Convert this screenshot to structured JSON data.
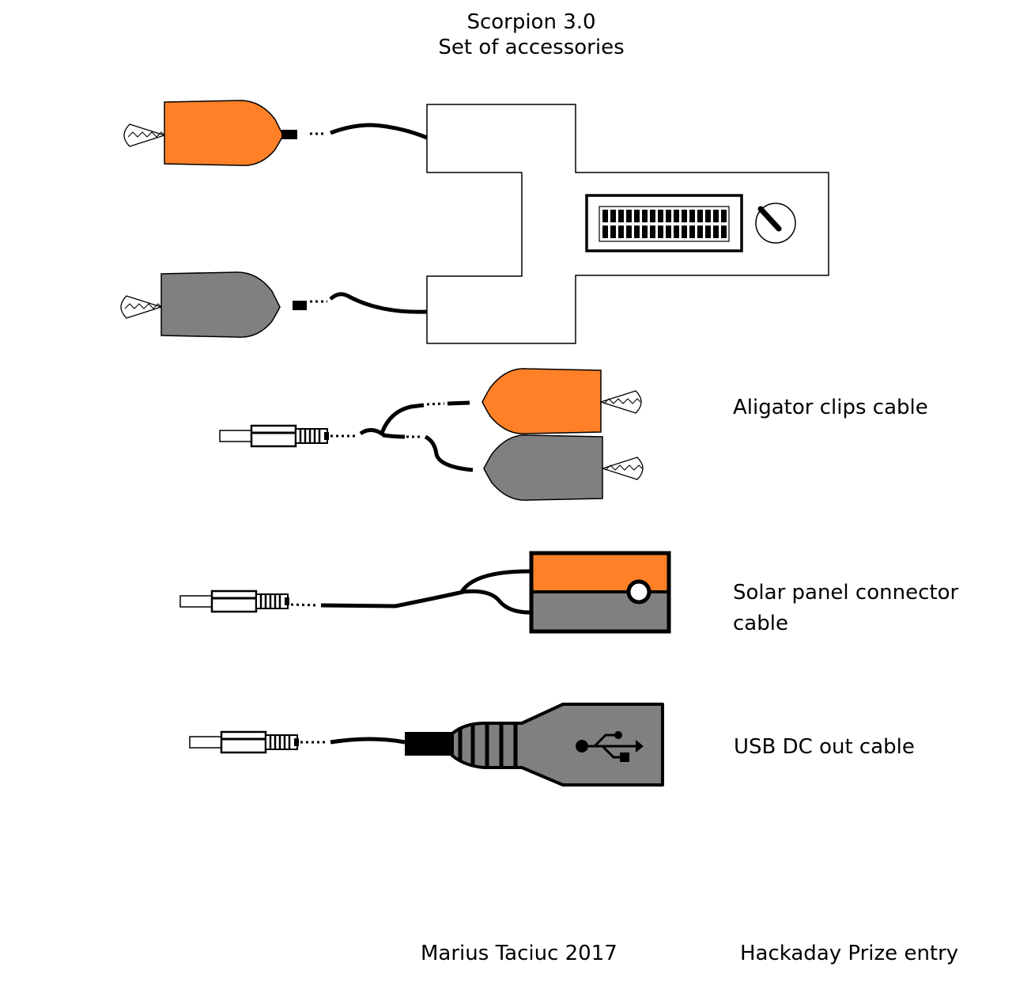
{
  "header": {
    "title_line1": "Scorpion 3.0",
    "title_line2": "Set of accessories"
  },
  "accessories": [
    {
      "label": "Aligator clips cable"
    },
    {
      "label_line1": "Solar panel connector",
      "label_line2": "cable"
    },
    {
      "label": "USB DC out cable"
    }
  ],
  "footer": {
    "author": "Marius Taciuc 2017",
    "entry": "Hackaday Prize entry"
  },
  "colors": {
    "orange": "#ff8027",
    "gray": "#808080",
    "black": "#000000",
    "white": "#ffffff"
  },
  "icons": [
    "usb-icon",
    "potentiometer-knob-icon",
    "lcd-display-icon"
  ]
}
